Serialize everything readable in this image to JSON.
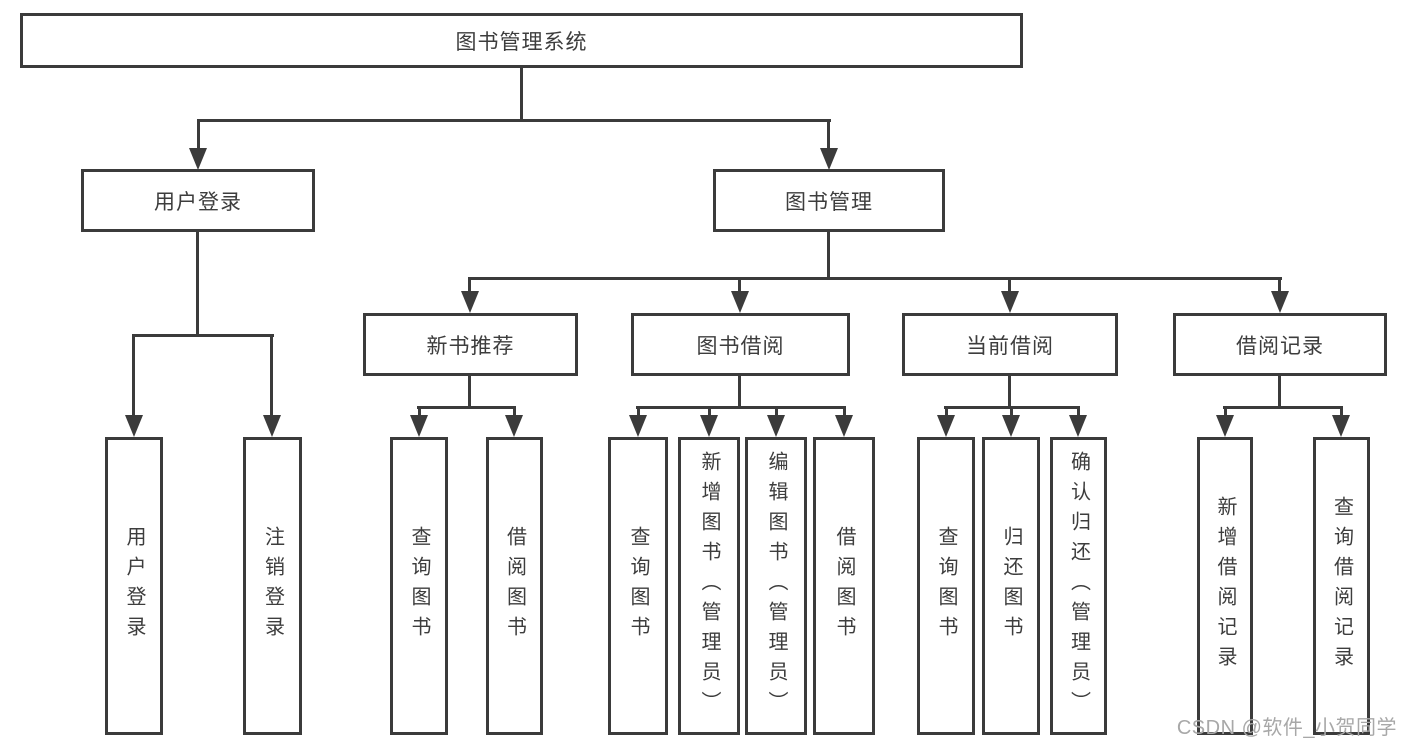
{
  "tree": {
    "label": "图书管理系统",
    "children": [
      {
        "label": "用户登录",
        "children": [
          {
            "label": "用户登录"
          },
          {
            "label": "注销登录"
          }
        ]
      },
      {
        "label": "图书管理",
        "children": [
          {
            "label": "新书推荐",
            "children": [
              {
                "label": "查询图书"
              },
              {
                "label": "借阅图书"
              }
            ]
          },
          {
            "label": "图书借阅",
            "children": [
              {
                "label": "查询图书"
              },
              {
                "label": "新增图书（管理员）"
              },
              {
                "label": "编辑图书（管理员）"
              },
              {
                "label": "借阅图书"
              }
            ]
          },
          {
            "label": "当前借阅",
            "children": [
              {
                "label": "查询图书"
              },
              {
                "label": "归还图书"
              },
              {
                "label": "确认归还（管理员）"
              }
            ]
          },
          {
            "label": "借阅记录",
            "children": [
              {
                "label": "新增借阅记录"
              },
              {
                "label": "查询借阅记录"
              }
            ]
          }
        ]
      }
    ]
  },
  "watermark": "CSDN @软件_小贺同学",
  "colors": {
    "line": "#3b3b3b",
    "text": "#3d3d3d",
    "watermark": "#a8a8a8",
    "background": "#ffffff"
  }
}
